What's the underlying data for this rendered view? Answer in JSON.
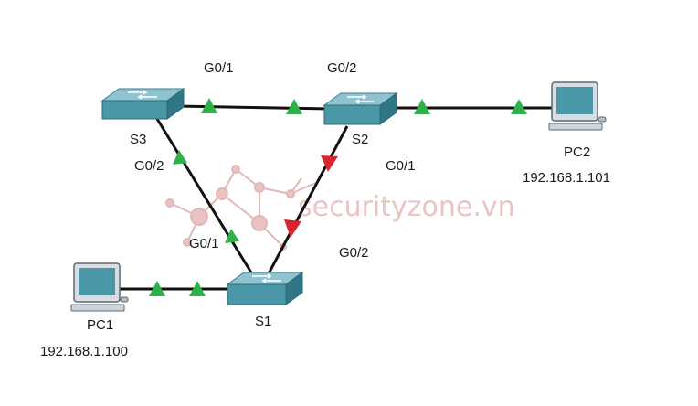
{
  "devices": {
    "s3": {
      "label": "S3",
      "type": "switch"
    },
    "s2": {
      "label": "S2",
      "type": "switch"
    },
    "s1": {
      "label": "S1",
      "type": "switch"
    },
    "pc1": {
      "label": "PC1",
      "ip": "192.168.1.100",
      "type": "pc"
    },
    "pc2": {
      "label": "PC2",
      "ip": "192.168.1.101",
      "type": "pc"
    }
  },
  "ports": {
    "s3_g01": "G0/1",
    "s2_g02": "G0/2",
    "s3_g02": "G0/2",
    "s2_g01": "G0/1",
    "s1_g01": "G0/1",
    "s1_g02": "G0/2"
  },
  "links": {
    "s3_s2": {
      "status": "forwarding"
    },
    "s2_pc2": {
      "status": "forwarding"
    },
    "s3_s1": {
      "status": "forwarding"
    },
    "s2_s1": {
      "status": "blocking"
    },
    "pc1_s1": {
      "status": "forwarding"
    }
  },
  "colors": {
    "forwarding": "#2fb14a",
    "blocking": "#d9262e",
    "switch": "#4a97a8",
    "link": "#111111"
  },
  "watermark": "securityzone.vn"
}
